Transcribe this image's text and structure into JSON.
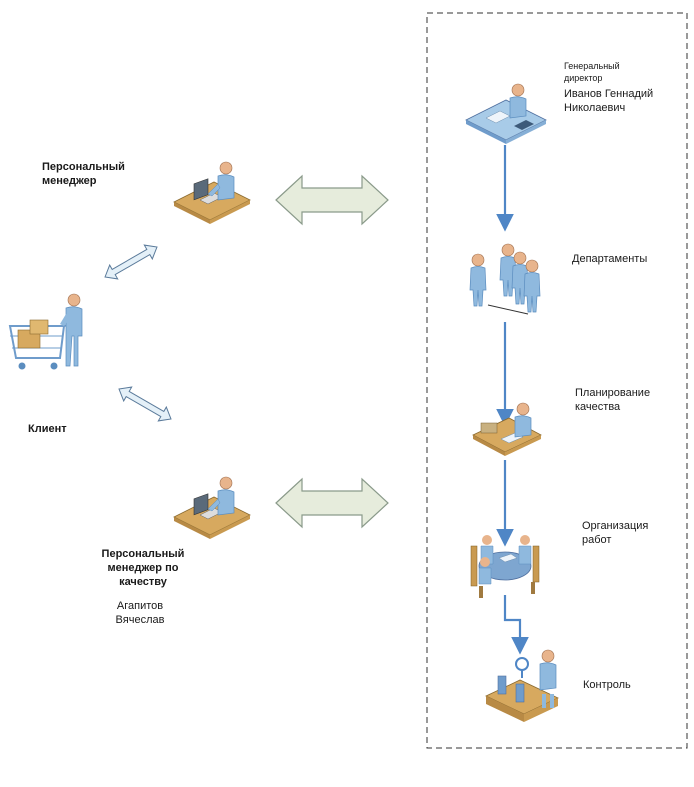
{
  "labels": {
    "director_title": "Генеральный\nдиректор",
    "director_name": "Иванов Геннадий\nНиколаевич",
    "departments": "Департаменты",
    "quality_planning": "Планирование\nкачества",
    "work_organization": "Организация\nработ",
    "control": "Контроль",
    "personal_manager": "Персональный\nменеджер",
    "client": "Клиент",
    "quality_manager": "Персональный\nменеджер по\nкачеству",
    "quality_manager_name": "Агапитов\nВячеслав"
  },
  "colors": {
    "flow_arrow": "#4f86c6",
    "block_arrow_fill": "#e6ecdc",
    "block_arrow_stroke": "#8a9a8a",
    "small_arrow_fill": "#e4f0f8",
    "small_arrow_stroke": "#5a7a9a",
    "person": "#8fb9de",
    "person_dark": "#5b8dbf",
    "skin": "#e8b48c",
    "desk": "#d7a95f",
    "frame": "#333333"
  },
  "icons": {
    "director": "director-desk-icon",
    "departments": "department-group-icon",
    "quality_planning": "planner-desk-icon",
    "work_organization": "meeting-table-icon",
    "control": "inspector-conveyor-icon",
    "personal_manager": "manager-computer-icon",
    "client": "shopper-cart-icon",
    "quality_manager": "quality-manager-computer-icon"
  }
}
